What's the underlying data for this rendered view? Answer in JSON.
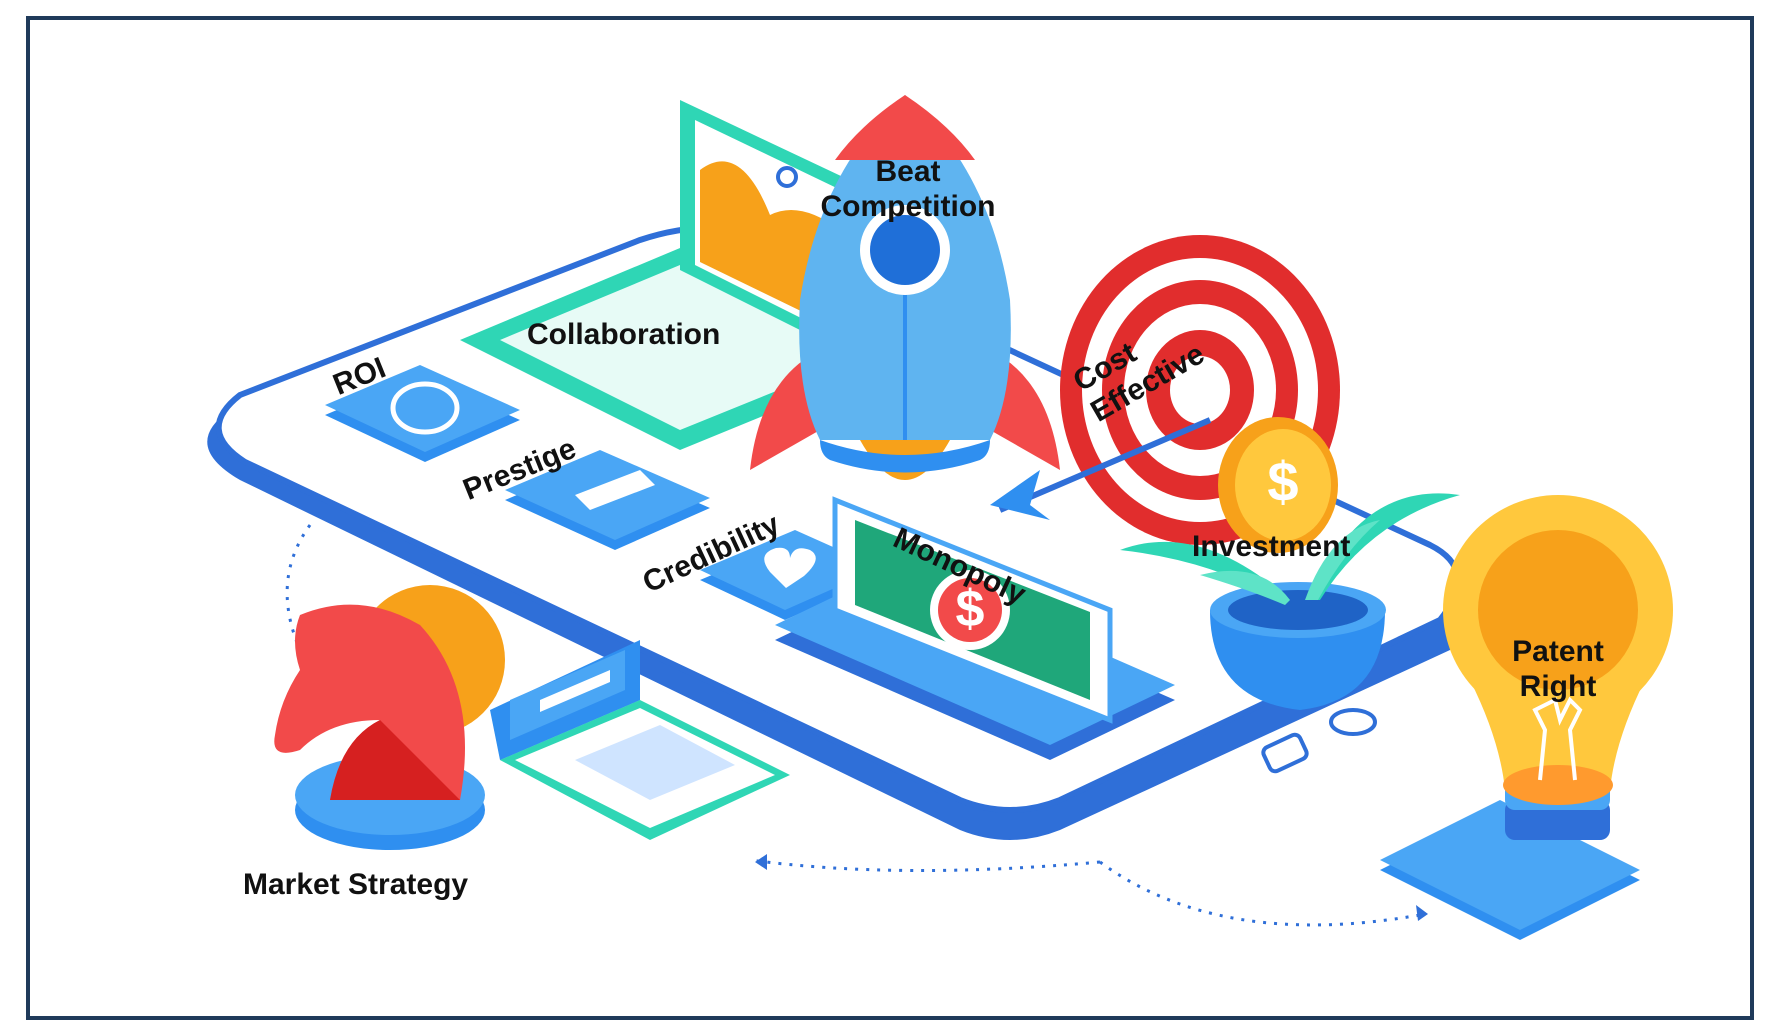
{
  "labels": {
    "beat_competition_1": "Beat",
    "beat_competition_2": "Competition",
    "collaboration": "Collaboration",
    "roi": "ROI",
    "prestige": "Prestige",
    "credibility": "Credibility",
    "monopoly": "Monopoly",
    "cost_effective_1": "Cost",
    "cost_effective_2": "Effective",
    "investment": "Investment",
    "patent_right_1": "Patent",
    "patent_right_2": "Right",
    "market_strategy": "Market Strategy"
  },
  "icons": {
    "dollar": "$"
  },
  "colors": {
    "frame": "#1f3a5a",
    "phone_blue": "#2f6fd8",
    "rocket_blue": "#5fb4f0",
    "red": "#f24a4a",
    "teal": "#2fd6b5",
    "orange": "#f7a11a",
    "money_green": "#1fa77a"
  }
}
